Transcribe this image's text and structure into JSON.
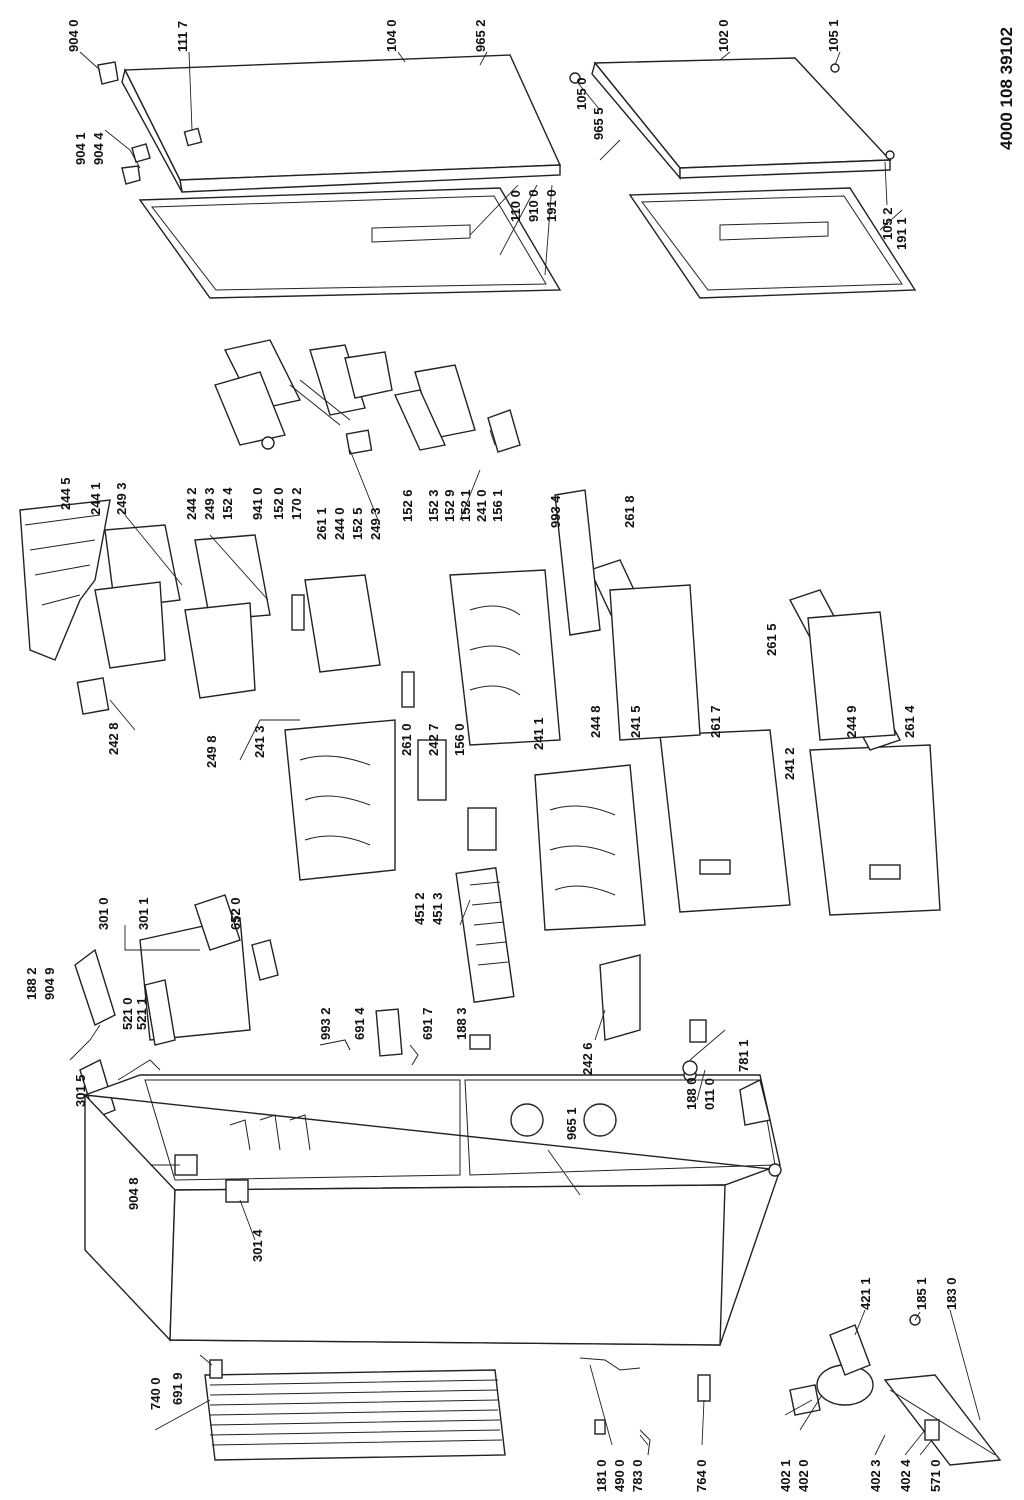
{
  "document_number": "4000 108 39102",
  "labels": {
    "l9040": "904 0",
    "l1117": "111 7",
    "l1040": "104 0",
    "l9652": "965 2",
    "l1020": "102 0",
    "l1051": "105 1",
    "l1050": "105 0",
    "l9655": "965 5",
    "l1052": "105 2",
    "l9041": "904 1",
    "l9044": "904 4",
    "l1100": "110 0",
    "l9100": "910 0",
    "l1910": "191 0",
    "l1911": "191 1",
    "l2445": "244 5",
    "l2441": "244 1",
    "l2493a": "249 3",
    "l2442": "244 2",
    "l2493b": "249 3",
    "l1524": "152 4",
    "l9410": "941 0",
    "l1520": "152 0",
    "l1702": "170 2",
    "l2611": "261 1",
    "l2440": "244 0",
    "l1525": "152 5",
    "l2493c": "249 3",
    "l1526": "152 6",
    "l1523": "152 3",
    "l1529": "152 9",
    "l1521": "152 1",
    "l2410": "241 0",
    "l1561": "156 1",
    "l2428": "242 8",
    "l2498": "249 8",
    "l2413": "241 3",
    "l2610": "261 0",
    "l2427": "242 7",
    "l1560": "156 0",
    "l9934": "993 4",
    "l2618": "261 8",
    "l2448": "244 8",
    "l2617": "261 7",
    "l2411": "241 1",
    "l2415": "241 5",
    "l2615": "261 5",
    "l2449": "244 9",
    "l2614": "261 4",
    "l2412": "241 2",
    "l3010": "301 0",
    "l3011": "301 1",
    "l6520": "652 0",
    "l1882": "188 2",
    "l9049": "904 9",
    "l5210": "521 0",
    "l5211": "521 1",
    "l4512": "451 2",
    "l4513": "451 3",
    "l9932": "993 2",
    "l6914": "691 4",
    "l6917": "691 7",
    "l1883": "188 3",
    "l2426": "242 6",
    "l1880": "188 0",
    "l0110": "011 0",
    "l7811": "781 1",
    "l3015": "301 5",
    "l9651": "965 1",
    "l9048": "904 8",
    "l3014": "301 4",
    "l7400": "740 0",
    "l6919": "691 9",
    "l1810": "181 0",
    "l4900": "490 0",
    "l7830": "783 0",
    "l7640": "764 0",
    "l4021": "402 1",
    "l4020": "402 0",
    "l4023": "402 3",
    "l4024": "402 4",
    "l5710": "571 0",
    "l4211": "421 1",
    "l1851": "185 1",
    "l1830": "183 0"
  }
}
